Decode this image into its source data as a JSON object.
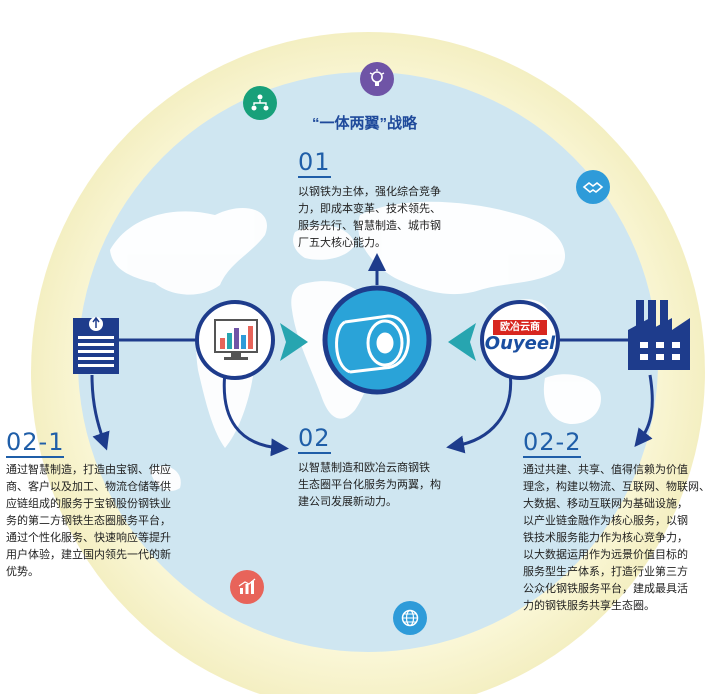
{
  "title": "“一体两翼”战略",
  "center": {
    "number": "01",
    "lines": [
      "以钢铁为主体，强化综合竞争",
      "力，即成本变革、技术领先、",
      "服务先行、智慧制造、城市钢",
      "厂五大核心能力。"
    ]
  },
  "middle": {
    "number": "02",
    "lines": [
      "以智慧制造和欧冶云商钢铁",
      "生态圈平台化服务为两翼，构",
      "建公司发展新动力。"
    ]
  },
  "left": {
    "number": "02-1",
    "lines": [
      "通过智慧制造，打造由宝钢、供应",
      "商、客户以及加工、物流仓储等供",
      "应链组成的服务于宝钢股份钢铁业",
      "务的第二方钢铁生态圈服务平台，",
      "通过个性化服务、快速响应等提升",
      "用户体验，建立国内领先一代的新",
      "优势。"
    ]
  },
  "right": {
    "number": "02-2",
    "lines": [
      "通过共建、共享、值得信赖为价值",
      "理念，构建以物流、互联网、物联网、",
      "大数据、移动互联网为基础设施，",
      "以产业链金融作为核心服务，以钢",
      "铁技术服务能力作为核心竞争力，",
      "以大数据运用作为远景价值目标的",
      "服务型生产体系，打造行业第三方",
      "公众化钢铁服务平台，建成最具活",
      "力的钢铁服务共享生态圈。"
    ]
  },
  "ouyeel": {
    "badge": "欧冶云商",
    "wordmark": "Ouyeel"
  },
  "icons": {
    "top": "lightbulb-icon",
    "upper_left": "org-chart-icon",
    "upper_right": "handshake-icon",
    "lower_left": "bar-chart-icon",
    "bottom": "globe-icon",
    "far_left": "document-icon",
    "far_right": "factory-icon"
  },
  "colors": {
    "accent_blue": "#1f5ea8",
    "navy": "#1e3c8c",
    "teal": "#27a5b0",
    "purple": "#6f54a6",
    "green": "#18a07a",
    "sky": "#2e9bd9",
    "coral": "#e8645a",
    "red": "#d8261f",
    "ring": "#f7f3c6",
    "sea": "#cfe6f1"
  }
}
